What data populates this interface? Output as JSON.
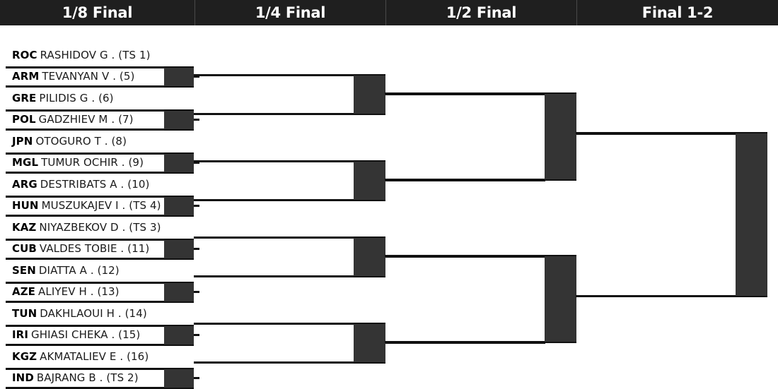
{
  "header": {
    "columns": [
      {
        "label": "1/8 Final"
      },
      {
        "label": "1/4 Final"
      },
      {
        "label": "1/2 Final"
      },
      {
        "label": "Final 1-2"
      }
    ]
  },
  "colors": {
    "header_background": "#1f1f1f",
    "header_text": "#ffffff",
    "line": "#111111",
    "block": "#343434",
    "page_background": "#ffffff",
    "name_text": "#1a1a1a"
  },
  "bracket": {
    "round_of_16": [
      {
        "noc": "ROC",
        "athlete": "RASHIDOV G . (TS 1)",
        "advanced": false
      },
      {
        "noc": "ARM",
        "athlete": "TEVANYAN V . (5)",
        "advanced": true
      },
      {
        "noc": "GRE",
        "athlete": "PILIDIS G . (6)",
        "advanced": false
      },
      {
        "noc": "POL",
        "athlete": "GADZHIEV M . (7)",
        "advanced": true
      },
      {
        "noc": "JPN",
        "athlete": "OTOGURO T . (8)",
        "advanced": false
      },
      {
        "noc": "MGL",
        "athlete": "TUMUR OCHIR . (9)",
        "advanced": true
      },
      {
        "noc": "ARG",
        "athlete": "DESTRIBATS A . (10)",
        "advanced": false
      },
      {
        "noc": "HUN",
        "athlete": "MUSZUKAJEV I . (TS 4)",
        "advanced": true
      },
      {
        "noc": "KAZ",
        "athlete": "NIYAZBEKOV D . (TS 3)",
        "advanced": false
      },
      {
        "noc": "CUB",
        "athlete": "VALDES TOBIE . (11)",
        "advanced": true
      },
      {
        "noc": "SEN",
        "athlete": "DIATTA A . (12)",
        "advanced": false
      },
      {
        "noc": "AZE",
        "athlete": "ALIYEV H . (13)",
        "advanced": true
      },
      {
        "noc": "TUN",
        "athlete": "DAKHLAOUI H . (14)",
        "advanced": false
      },
      {
        "noc": "IRI",
        "athlete": "GHIASI CHEKA . (15)",
        "advanced": true
      },
      {
        "noc": "KGZ",
        "athlete": "AKMATALIEV E . (16)",
        "advanced": false
      },
      {
        "noc": "IND",
        "athlete": "BAJRANG B . (TS 2)",
        "advanced": true
      }
    ],
    "quarter_finals": [
      {
        "name": "",
        "feeds_from": [
          2,
          4
        ]
      },
      {
        "name": "",
        "feeds_from": [
          6,
          8
        ]
      },
      {
        "name": "",
        "feeds_from": [
          10,
          12
        ]
      },
      {
        "name": "",
        "feeds_from": [
          14,
          16
        ]
      }
    ],
    "semi_finals": [
      {
        "name": "",
        "feeds_from": [
          1,
          2
        ]
      },
      {
        "name": "",
        "feeds_from": [
          3,
          4
        ]
      }
    ],
    "final": [
      {
        "name": "",
        "feeds_from": [
          1,
          2
        ]
      }
    ]
  }
}
